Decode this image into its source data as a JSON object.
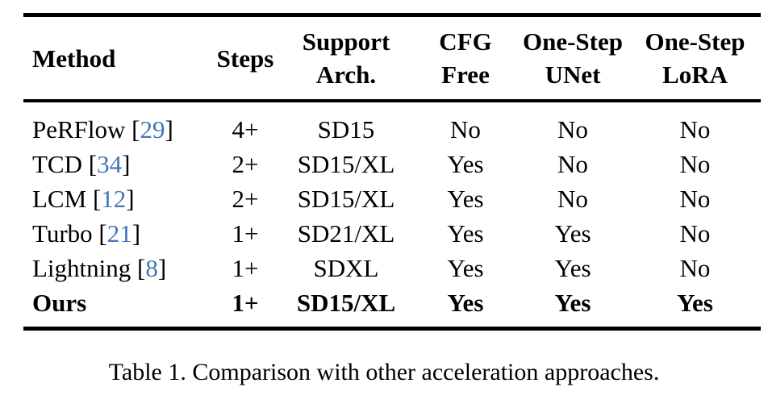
{
  "page": {
    "background_color": "#ffffff",
    "text_color": "#000000",
    "citation_color": "#4276b4"
  },
  "table": {
    "columns": [
      {
        "key": "method",
        "lines": [
          "Method"
        ]
      },
      {
        "key": "steps",
        "lines": [
          "Steps"
        ]
      },
      {
        "key": "support_arch",
        "lines": [
          "Support",
          "Arch."
        ]
      },
      {
        "key": "cfg_free",
        "lines": [
          "CFG",
          "Free"
        ]
      },
      {
        "key": "one_step_unet",
        "lines": [
          "One-Step",
          "UNet"
        ]
      },
      {
        "key": "one_step_lora",
        "lines": [
          "One-Step",
          "LoRA"
        ]
      }
    ],
    "rows": [
      {
        "method": "PeRFlow",
        "cite_open": " [",
        "citation": "29",
        "cite_close": "]",
        "steps": "4+",
        "support_arch": "SD15",
        "cfg_free": "No",
        "one_step_unet": "No",
        "one_step_lora": "No",
        "emphasized": false
      },
      {
        "method": "TCD",
        "cite_open": " [",
        "citation": "34",
        "cite_close": "]",
        "steps": "2+",
        "support_arch": "SD15/XL",
        "cfg_free": "Yes",
        "one_step_unet": "No",
        "one_step_lora": "No",
        "emphasized": false
      },
      {
        "method": "LCM",
        "cite_open": " [",
        "citation": "12",
        "cite_close": "]",
        "steps": "2+",
        "support_arch": "SD15/XL",
        "cfg_free": "Yes",
        "one_step_unet": "No",
        "one_step_lora": "No",
        "emphasized": false
      },
      {
        "method": "Turbo",
        "cite_open": " [",
        "citation": "21",
        "cite_close": "]",
        "steps": "1+",
        "support_arch": "SD21/XL",
        "cfg_free": "Yes",
        "one_step_unet": "Yes",
        "one_step_lora": "No",
        "emphasized": false
      },
      {
        "method": "Lightning",
        "cite_open": " [",
        "citation": "8",
        "cite_close": "]",
        "steps": "1+",
        "support_arch": "SDXL",
        "cfg_free": "Yes",
        "one_step_unet": "Yes",
        "one_step_lora": "No",
        "emphasized": false
      },
      {
        "method": "Ours",
        "cite_open": "",
        "citation": "",
        "cite_close": "",
        "steps": "1+",
        "support_arch": "SD15/XL",
        "cfg_free": "Yes",
        "one_step_unet": "Yes",
        "one_step_lora": "Yes",
        "emphasized": true
      }
    ],
    "caption": "Table 1. Comparison with other acceleration approaches."
  }
}
